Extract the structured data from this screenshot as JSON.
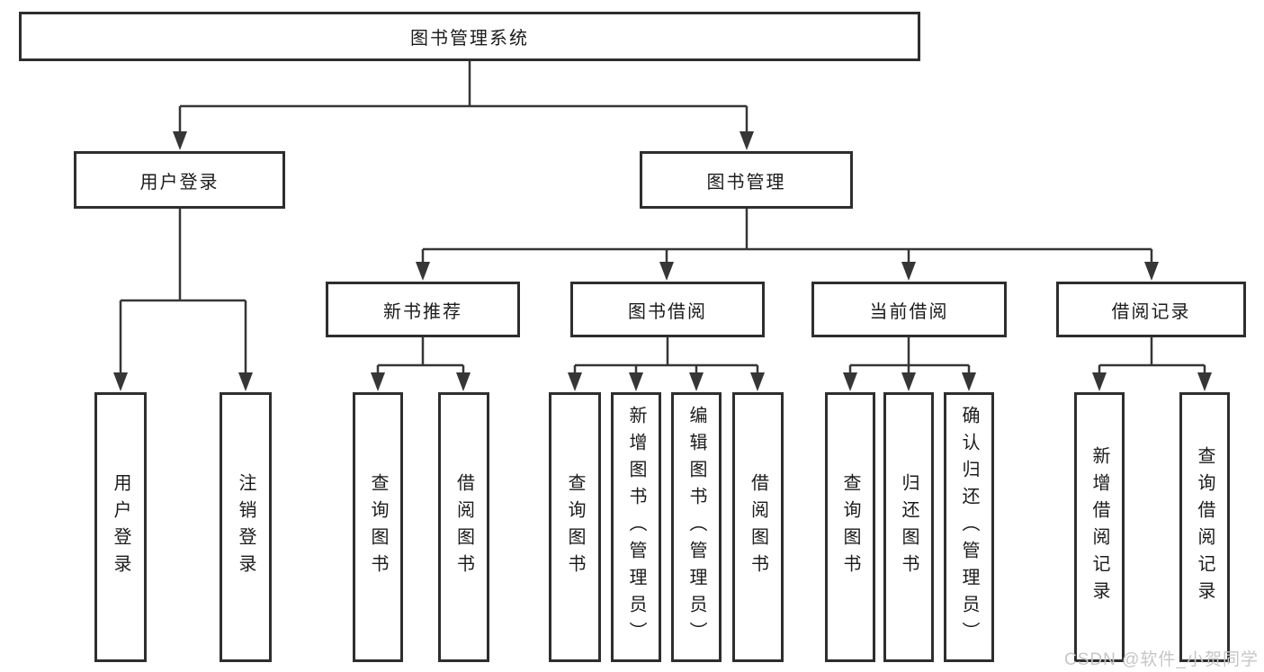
{
  "tree": {
    "root": "图书管理系统",
    "branches": [
      {
        "label": "用户登录",
        "children": [
          "用户登录",
          "注销登录"
        ]
      },
      {
        "label": "图书管理",
        "groups": [
          {
            "label": "新书推荐",
            "children": [
              "查询图书",
              "借阅图书"
            ]
          },
          {
            "label": "图书借阅",
            "children": [
              "查询图书",
              "新增图书（管理员）",
              "编辑图书（管理员）",
              "借阅图书"
            ]
          },
          {
            "label": "当前借阅",
            "children": [
              "查询图书",
              "归还图书",
              "确认归还（管理员）"
            ]
          },
          {
            "label": "借阅记录",
            "children": [
              "新增借阅记录",
              "查询借阅记录"
            ]
          }
        ]
      }
    ]
  },
  "watermark": "CSDN @软件_小贺同学",
  "colors": {
    "line": "#363636",
    "box_border": "#2e2e2e",
    "box_fill": "#ffffff",
    "text": "#1b1b1b",
    "watermark": "#c6c6c6",
    "background": "#ffffff"
  }
}
